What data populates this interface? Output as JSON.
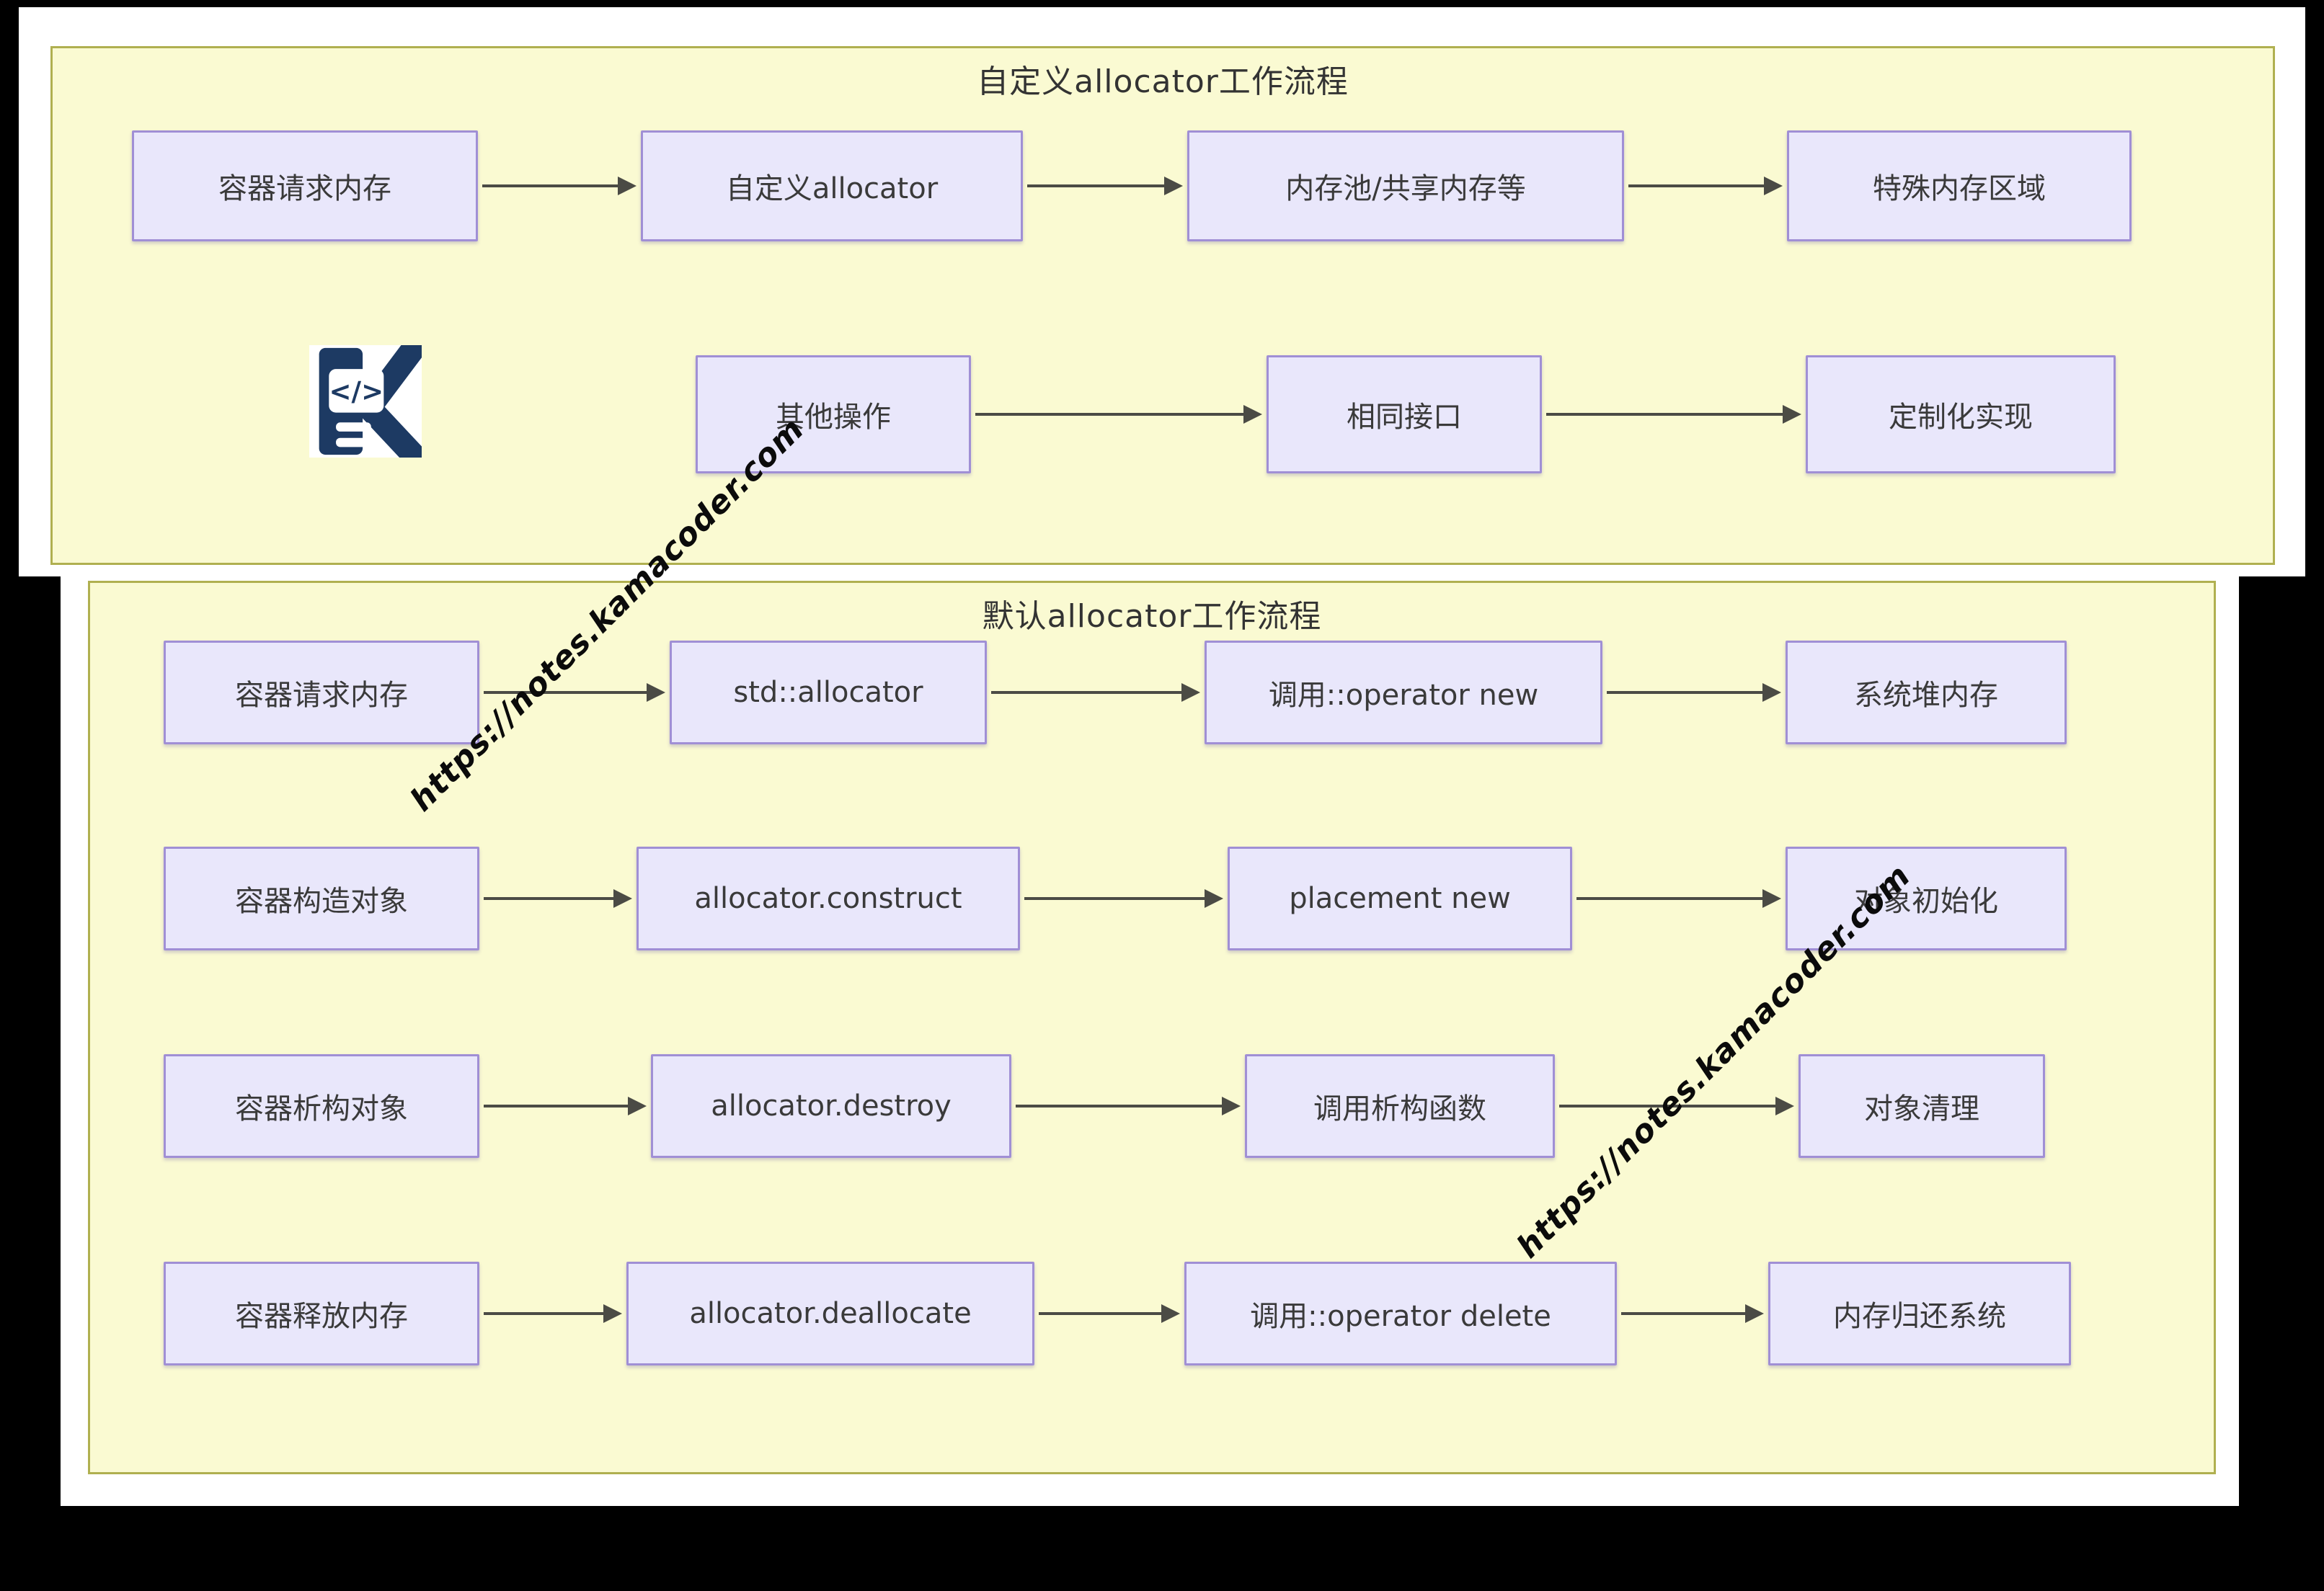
{
  "watermark": {
    "text": "https://notes.kamacoder.com"
  },
  "logo": {
    "glyph": "</>"
  },
  "colors": {
    "panel_bg": "#fafad2",
    "panel_border": "#b0b050",
    "node_bg": "#e9e7fb",
    "node_border": "#a08fd5",
    "arrow": "#4b4b45",
    "logo_navy": "#1d3a63",
    "canvas_bg": "#000000",
    "card_bg": "#ffffff"
  },
  "panels": [
    {
      "title": "自定义allocator工作流程",
      "rows": [
        {
          "nodes": [
            "容器请求内存",
            "自定义allocator",
            "内存池/共享内存等",
            "特殊内存区域"
          ]
        },
        {
          "nodes": [
            "其他操作",
            "相同接口",
            "定制化实现"
          ]
        }
      ]
    },
    {
      "title": "默认allocator工作流程",
      "rows": [
        {
          "nodes": [
            "容器请求内存",
            "std::allocator",
            "调用::operator new",
            "系统堆内存"
          ]
        },
        {
          "nodes": [
            "容器构造对象",
            "allocator.construct",
            "placement new",
            "对象初始化"
          ]
        },
        {
          "nodes": [
            "容器析构对象",
            "allocator.destroy",
            "调用析构函数",
            "对象清理"
          ]
        },
        {
          "nodes": [
            "容器释放内存",
            "allocator.deallocate",
            "调用::operator delete",
            "内存归还系统"
          ]
        }
      ]
    }
  ]
}
